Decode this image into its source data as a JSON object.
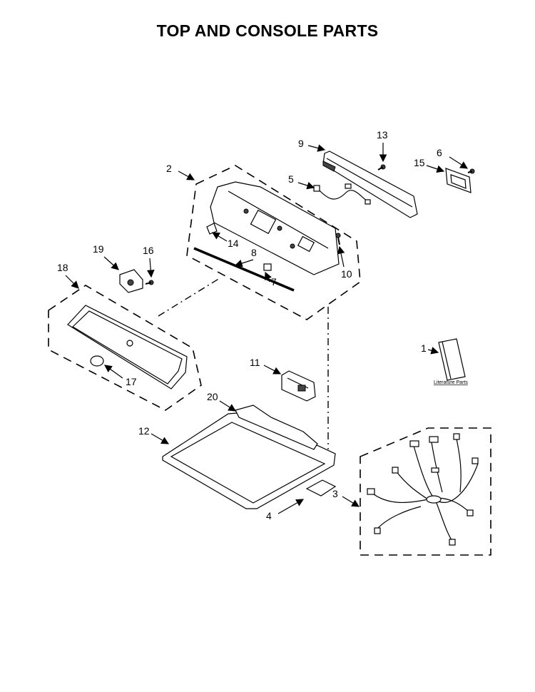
{
  "title": "TOP AND CONSOLE PARTS",
  "callouts": {
    "c1": "1",
    "c2": "2",
    "c3": "3",
    "c4": "4",
    "c5": "5",
    "c6": "6",
    "c7": "7",
    "c8": "8",
    "c9": "9",
    "c10": "10",
    "c11": "11",
    "c12": "12",
    "c13": "13",
    "c14": "14",
    "c15": "15",
    "c16": "16",
    "c17": "17",
    "c18": "18",
    "c19": "19",
    "c20": "20"
  },
  "literature_label": "Literature Parts",
  "colors": {
    "ink": "#000000",
    "paper": "#ffffff",
    "shade": "#444444"
  }
}
